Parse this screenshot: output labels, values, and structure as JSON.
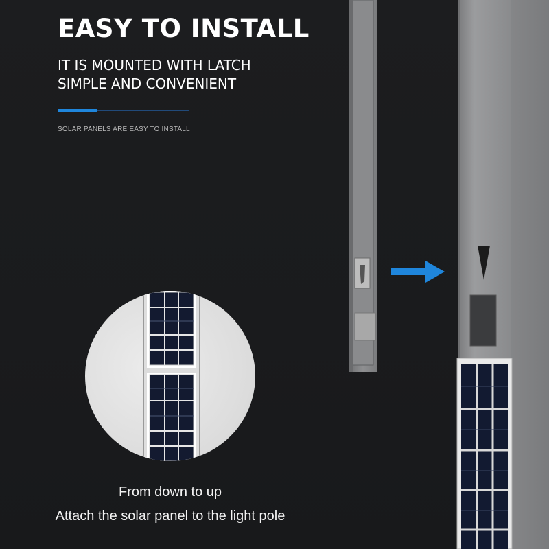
{
  "header": {
    "title": "EASY TO INSTALL",
    "subtitle_line1": "IT IS MOUNTED WITH LATCH",
    "subtitle_line2": "SIMPLE AND CONVENIENT",
    "caption": "SOLAR PANELS ARE EASY TO INSTALL"
  },
  "instructions": {
    "line1": "From down to up",
    "line2": "Attach the solar panel to the light pole"
  },
  "colors": {
    "background": "#1c1d1f",
    "accent_blue": "#1f86dc",
    "pole_gray": "#8f9092",
    "panel_cell": "#16203a"
  },
  "icons": {
    "direction_arrow": "arrow-right-icon",
    "pole_marker": "triangle-down-icon"
  }
}
